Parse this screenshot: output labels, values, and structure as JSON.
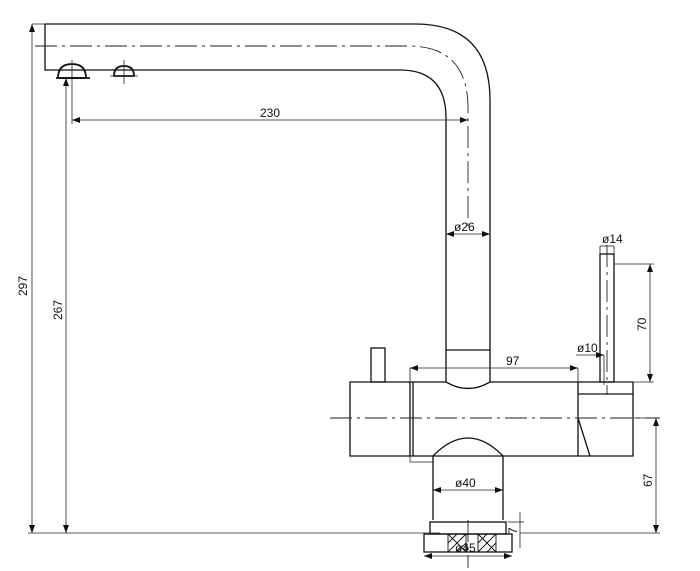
{
  "dimensions": {
    "d230": "230",
    "d297": "297",
    "d267": "267",
    "d26": "ø26",
    "d14": "ø14",
    "d70": "70",
    "d10": "ø10",
    "d97": "97",
    "d40": "ø40",
    "d67": "67",
    "d45": "ø45",
    "d7": "7"
  },
  "colors": {
    "line": "#111111",
    "background": "#ffffff"
  }
}
